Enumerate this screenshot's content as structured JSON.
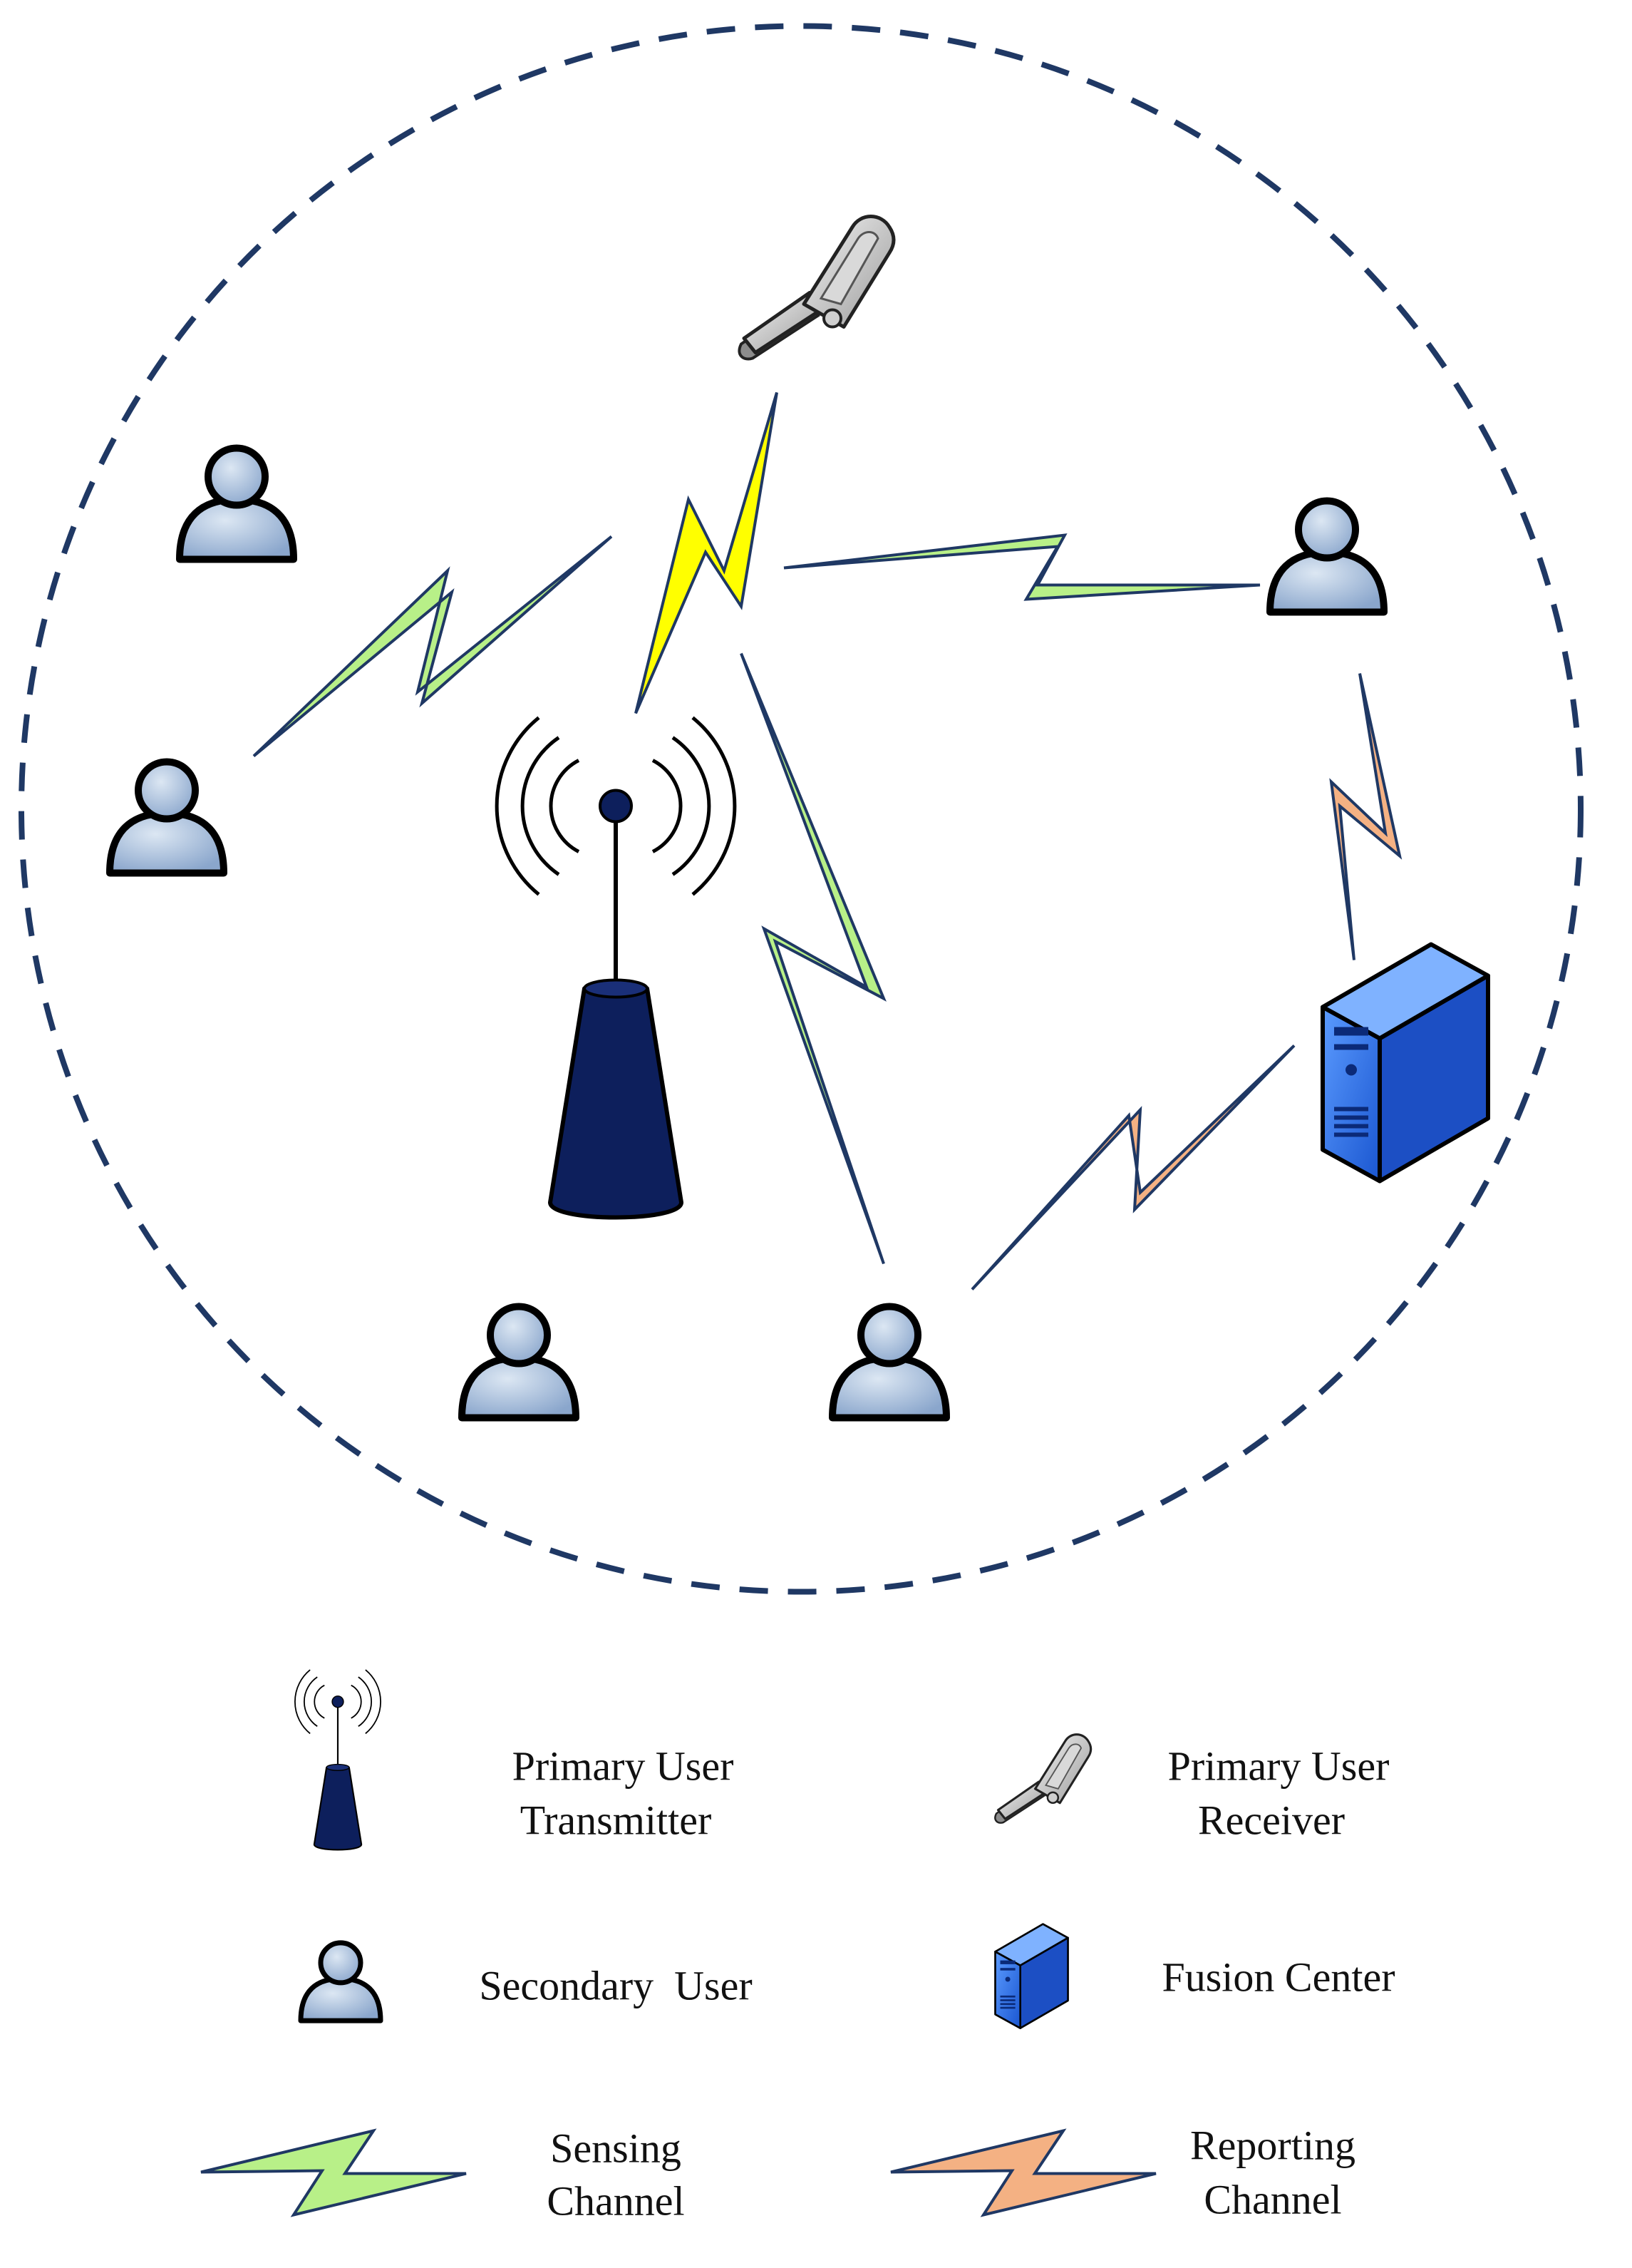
{
  "legend": {
    "pu_transmitter": {
      "line1": "Primary User",
      "line2": "Transmitter",
      "icon": "antenna-icon"
    },
    "pu_receiver": {
      "line1": "Primary User",
      "line2": "Receiver",
      "icon": "flip-phone-icon"
    },
    "secondary_user": {
      "label": "Secondary  User",
      "icon": "person-icon"
    },
    "fusion_center": {
      "label": "Fusion Center",
      "icon": "server-icon"
    },
    "sensing_channel": {
      "line1": "Sensing",
      "line2": "Channel",
      "icon": "green-lightning-icon"
    },
    "reporting_channel": {
      "line1": "Reporting",
      "line2": "Channel",
      "icon": "orange-lightning-icon"
    }
  },
  "colors": {
    "boundary": "#1f3864",
    "tower": "#0d1f5c",
    "sensing": "#b8f088",
    "reporting": "#f4b183",
    "pu_signal": "#ffff00",
    "user_fill": "#a7bfdd",
    "server": "#2f6fe0"
  }
}
